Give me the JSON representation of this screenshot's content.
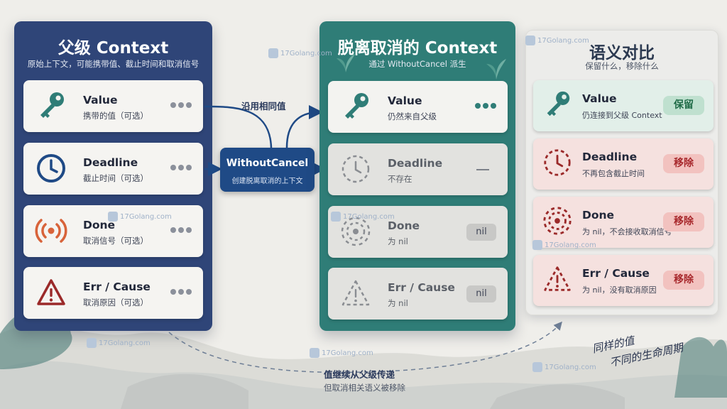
{
  "parent_panel": {
    "title": "父级 Context",
    "subtitle": "原始上下文，可能携带值、截止时间和取消信号",
    "cards": [
      {
        "title": "Value",
        "sub": "携带的值（可选）"
      },
      {
        "title": "Deadline",
        "sub": "截止时间（可选）"
      },
      {
        "title": "Done",
        "sub": "取消信号（可选）"
      },
      {
        "title": "Err / Cause",
        "sub": "取消原因（可选）"
      }
    ]
  },
  "connector": {
    "reuse_label": "沿用相同值",
    "box_title": "WithoutCancel",
    "box_sub": "创建脱离取消的上下文"
  },
  "detached_panel": {
    "title": "脱离取消的 Context",
    "subtitle": "通过 WithoutCancel 派生",
    "cards": [
      {
        "title": "Value",
        "sub": "仍然来自父级"
      },
      {
        "title": "Deadline",
        "sub": "不存在"
      },
      {
        "title": "Done",
        "sub": "为 nil",
        "badge": "nil"
      },
      {
        "title": "Err / Cause",
        "sub": "为 nil",
        "badge": "nil"
      }
    ]
  },
  "compare_panel": {
    "title": "语义对比",
    "subtitle": "保留什么，移除什么",
    "cards": [
      {
        "title": "Value",
        "sub": "仍连接到父级 Context",
        "badge": "保留"
      },
      {
        "title": "Deadline",
        "sub": "不再包含截止时间",
        "badge": "移除"
      },
      {
        "title": "Done",
        "sub": "为 nil，不会接收取消信号",
        "badge": "移除"
      },
      {
        "title": "Err / Cause",
        "sub": "为 nil，没有取消原因",
        "badge": "移除"
      }
    ]
  },
  "footer": {
    "inherit_line1": "值继续从父级传递",
    "inherit_line2": "但取消相关语义被移除",
    "hand_line1": "同样的值",
    "hand_line2": "不同的生命周期"
  },
  "watermark": "17Golang.com",
  "colors": {
    "parent_panel": "#2f4578",
    "detached_panel": "#2f7d77",
    "connector_box": "#1f4a86",
    "keep": "#1f6b47",
    "remove": "#a8292d",
    "icon_blue": "#1f4a86",
    "icon_teal": "#2f7d77",
    "icon_orange": "#d8633a",
    "icon_red": "#9b2a2a"
  },
  "icons": [
    "key-icon",
    "clock-icon",
    "signal-icon",
    "warning-icon"
  ]
}
